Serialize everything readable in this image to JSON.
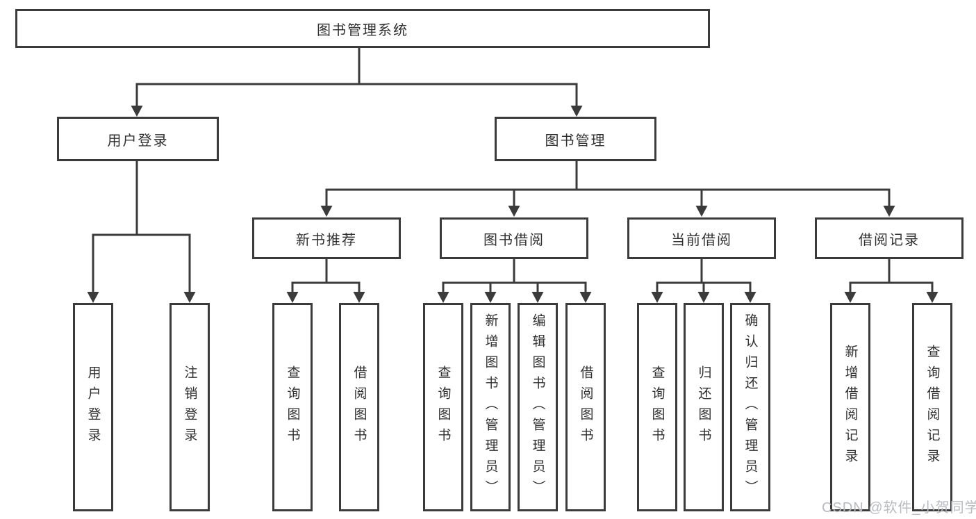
{
  "tree": {
    "root": {
      "label": "图书管理系统"
    },
    "branches": [
      {
        "label": "用户登录",
        "children": [
          {
            "label": "用户登录"
          },
          {
            "label": "注销登录"
          }
        ]
      },
      {
        "label": "图书管理",
        "groups": [
          {
            "label": "新书推荐",
            "children": [
              {
                "label": "查询图书"
              },
              {
                "label": "借阅图书"
              }
            ]
          },
          {
            "label": "图书借阅",
            "children": [
              {
                "label": "查询图书"
              },
              {
                "label": "新增图书（管理员）"
              },
              {
                "label": "编辑图书（管理员）"
              },
              {
                "label": "借阅图书"
              }
            ]
          },
          {
            "label": "当前借阅",
            "children": [
              {
                "label": "查询图书"
              },
              {
                "label": "归还图书"
              },
              {
                "label": "确认归还（管理员）"
              }
            ]
          },
          {
            "label": "借阅记录",
            "children": [
              {
                "label": "新增借阅记录"
              },
              {
                "label": "查询借阅记录"
              }
            ]
          }
        ]
      }
    ]
  },
  "watermark": {
    "text": "CSDN @软件_小贺同学",
    "color": "#b9bbc2"
  },
  "colors": {
    "line": "#3b3b3b",
    "text": "#303030",
    "background": "#ffffff"
  }
}
